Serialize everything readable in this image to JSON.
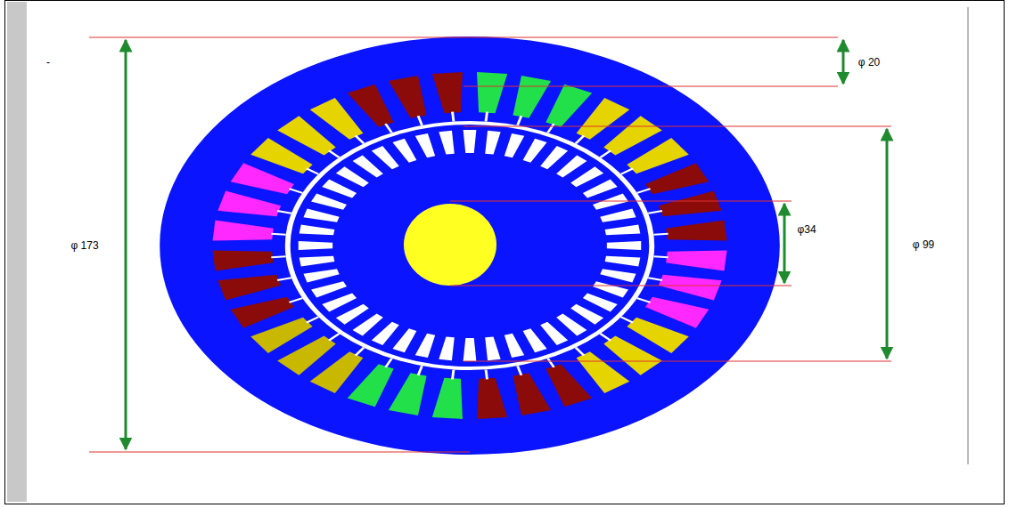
{
  "diagram": {
    "labels": [
      "-",
      "φ 20",
      "φ 173",
      "φ34",
      "φ 99"
    ]
  }
}
